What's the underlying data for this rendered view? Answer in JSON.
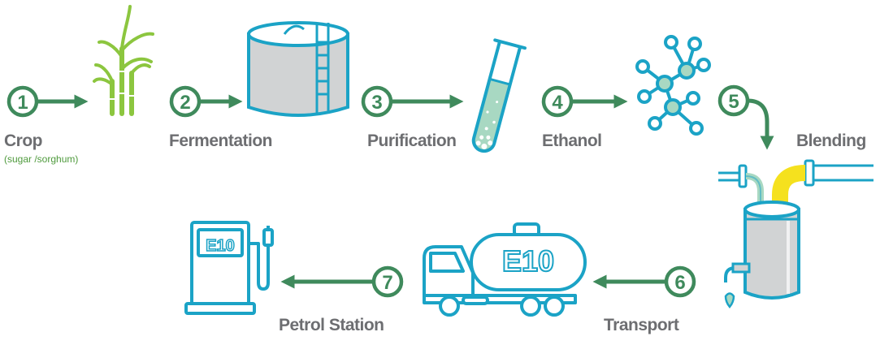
{
  "steps": [
    {
      "number": "1",
      "label": "Crop",
      "sublabel": "(sugar /sorghum)"
    },
    {
      "number": "2",
      "label": "Fermentation"
    },
    {
      "number": "3",
      "label": "Purification"
    },
    {
      "number": "4",
      "label": "Ethanol"
    },
    {
      "number": "5",
      "label": "Blending"
    },
    {
      "number": "6",
      "label": "Transport"
    },
    {
      "number": "7",
      "label": "Petrol Station"
    }
  ],
  "truck_text": "E10",
  "pump_text": "E10",
  "colors": {
    "green": "#3f8a5c",
    "crop_green": "#8cc63f",
    "teal": "#1ba3c6",
    "tank_fill": "#d1d3d4",
    "liquid": "#a8d8c2",
    "yellow": "#f5e11e",
    "label_gray": "#6d6e71",
    "sub_green": "#4e9a3c"
  },
  "icons": [
    "sugarcane-icon",
    "fermentation-tank-icon",
    "test-tube-icon",
    "molecule-icon",
    "blending-tank-icon",
    "tanker-truck-icon",
    "fuel-pump-icon"
  ]
}
